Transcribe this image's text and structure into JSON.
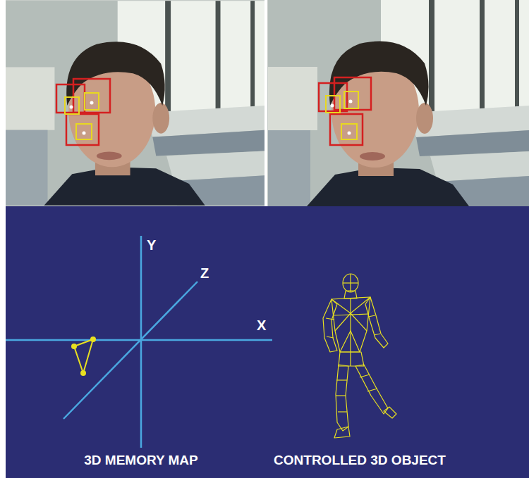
{
  "diagram": {
    "labels": [
      "Y",
      "Z",
      "X",
      "3D MEMORY MAP",
      "CONTROLLED 3D OBJECT"
    ]
  }
}
